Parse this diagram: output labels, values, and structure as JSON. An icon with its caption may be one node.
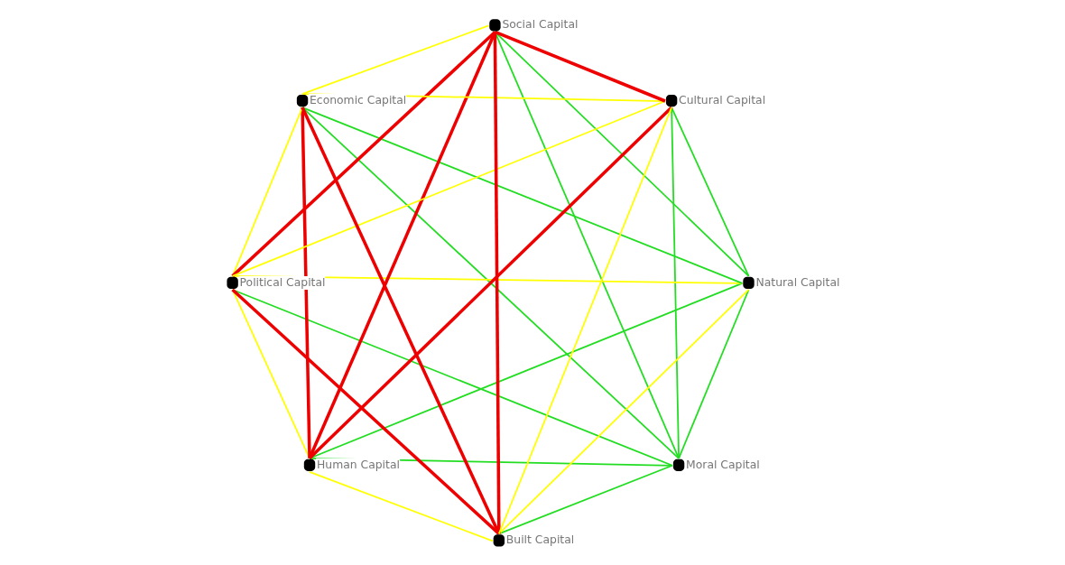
{
  "diagram": {
    "nodes": [
      {
        "text": [
          "Moral Capital"
        ]
      },
      {
        "text": [
          "Natural Capital"
        ]
      },
      {
        "text": [
          "Human Capital"
        ]
      },
      {
        "text": [
          "Political Capital"
        ]
      },
      {
        "text": [
          "Economic Capital"
        ]
      },
      {
        "text": [
          "Social Capital"
        ]
      },
      {
        "text": [
          "Cultural Capital"
        ]
      },
      {
        "text": [
          "Built Capital"
        ]
      }
    ],
    "edges": [
      {
        "from": 0,
        "to": 1,
        "arrow": "none",
        "color": "#22dd22"
      },
      {
        "from": 0,
        "to": 2,
        "arrow": "none",
        "color": "#22dd22"
      },
      {
        "from": 0,
        "to": 3,
        "arrow": "none",
        "color": "#22dd22"
      },
      {
        "from": 0,
        "to": 4,
        "arrow": "none",
        "color": "#22dd22"
      },
      {
        "from": 0,
        "to": 5,
        "arrow": "none",
        "color": "#22dd22"
      },
      {
        "from": 0,
        "to": 6,
        "arrow": "none",
        "color": "#22dd22"
      },
      {
        "from": 0,
        "to": 7,
        "arrow": "none",
        "color": "#22dd22"
      },
      {
        "from": 1,
        "to": 2,
        "arrow": "none",
        "color": "#22dd22"
      },
      {
        "from": 1,
        "to": 3,
        "arrow": "none",
        "color": "#ffff00"
      },
      {
        "from": 1,
        "to": 4,
        "arrow": "none",
        "color": "#22dd22"
      },
      {
        "from": 1,
        "to": 5,
        "arrow": "none",
        "color": "#22dd22"
      },
      {
        "from": 1,
        "to": 6,
        "arrow": "none",
        "color": "#22dd22"
      },
      {
        "from": 1,
        "to": 7,
        "arrow": "none",
        "color": "#ffff00"
      },
      {
        "from": 2,
        "to": 3,
        "arrow": "none",
        "color": "#ffff00"
      },
      {
        "from": 2,
        "to": 4,
        "arrow": "none",
        "color": "#ee0000",
        "style": "thick"
      },
      {
        "from": 2,
        "to": 5,
        "arrow": "none",
        "color": "#ee0000",
        "style": "thick"
      },
      {
        "from": 2,
        "to": 6,
        "arrow": "none",
        "color": "#ee0000",
        "style": "thick"
      },
      {
        "from": 2,
        "to": 7,
        "arrow": "none",
        "color": "#ffff00"
      },
      {
        "from": 3,
        "to": 4,
        "arrow": "none",
        "color": "#ffff00"
      },
      {
        "from": 3,
        "to": 5,
        "arrow": "none",
        "color": "#ee0000",
        "style": "thick"
      },
      {
        "from": 3,
        "to": 6,
        "arrow": "none",
        "color": "#ffff00"
      },
      {
        "from": 3,
        "to": 7,
        "arrow": "none",
        "color": "#ee0000",
        "style": "thick"
      },
      {
        "from": 4,
        "to": 5,
        "arrow": "none",
        "color": "#ffff00"
      },
      {
        "from": 4,
        "to": 6,
        "arrow": "none",
        "color": "#ffff00"
      },
      {
        "from": 4,
        "to": 7,
        "arrow": "none",
        "color": "#ee0000",
        "style": "thick"
      },
      {
        "from": 5,
        "to": 6,
        "arrow": "none",
        "color": "#ee0000",
        "style": "thick"
      },
      {
        "from": 5,
        "to": 7,
        "arrow": "none",
        "color": "#ee0000",
        "style": "thick"
      },
      {
        "from": 6,
        "to": 7,
        "arrow": "none",
        "color": "#ffff00"
      }
    ]
  }
}
